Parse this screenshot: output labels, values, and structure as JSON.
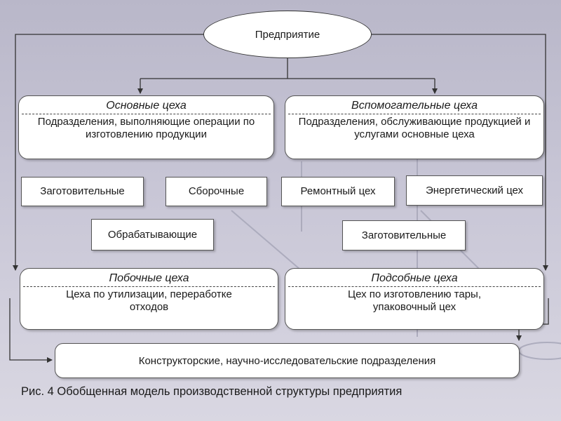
{
  "diagram": {
    "root": "Предприятие",
    "main": {
      "title": "Основные цеха",
      "desc": "Подразделения, выполняющие операции по изготовлению продукции"
    },
    "aux": {
      "title": "Вспомогательные цеха",
      "desc": "Подразделения, обслуживающие продукцией и услугами основные цеха"
    },
    "main_units": [
      "Заготовительные",
      "Сборочные",
      "Обрабатывающие"
    ],
    "aux_units": [
      "Ремонтный цех",
      "Энергетический цех",
      "Заготовительные"
    ],
    "side": {
      "title": "Побочные цеха",
      "desc": "Цеха по утилизации, переработке отходов"
    },
    "subsidiary": {
      "title": "Подсобные цеха",
      "desc": "Цех по изготовлению тары, упаковочный цех"
    },
    "research": "Конструкторские, научно-исследовательские подразделения"
  },
  "caption": "Рис. 4 Обобщенная модель производственной структуры предприятия"
}
